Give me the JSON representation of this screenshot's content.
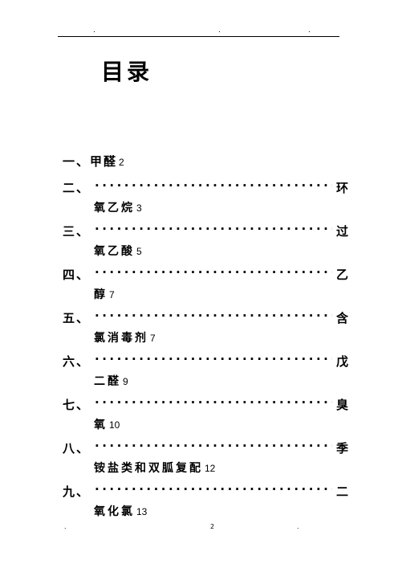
{
  "header": {
    "marks": [
      ".",
      ".",
      "."
    ]
  },
  "title": "目录",
  "toc": {
    "first": {
      "number": "一、",
      "text": "甲醛",
      "page": "2"
    },
    "entries": [
      {
        "number": "二、",
        "tail": "环",
        "cont": "氧乙烷",
        "page": "3"
      },
      {
        "number": "三、",
        "tail": "过",
        "cont": "氧乙酸",
        "page": "5"
      },
      {
        "number": "四、",
        "tail": "乙",
        "cont": "醇",
        "page": "7"
      },
      {
        "number": "五、",
        "tail": "含",
        "cont": "氯消毒剂",
        "page": "7"
      },
      {
        "number": "六、",
        "tail": "戊",
        "cont": "二醛",
        "page": "9"
      },
      {
        "number": "七、",
        "tail": "臭",
        "cont": "氧",
        "page": "10"
      },
      {
        "number": "八、",
        "tail": "季",
        "cont": "铵盐类和双胍复配",
        "page": "12"
      },
      {
        "number": "九、",
        "tail": "二",
        "cont": "氧化氯",
        "page": "13"
      }
    ],
    "leader": "..................................."
  },
  "footer": {
    "left": ".",
    "center": "2",
    "right": "."
  }
}
